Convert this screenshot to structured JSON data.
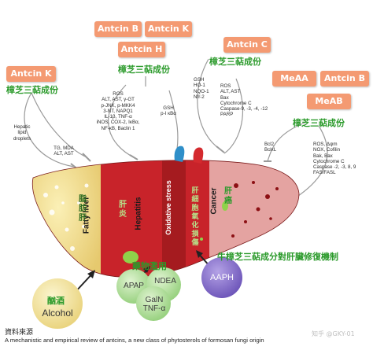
{
  "antcin_boxes": {
    "antcin_k_left": "Antcin K",
    "antcin_b_top": "Antcin B",
    "antcin_k_top": "Antcin K",
    "antcin_h": "Antcin H",
    "antcin_c": "Antcin C",
    "meaa": "MeAA",
    "antcin_b_right": "Antcin B",
    "meab": "MeAB"
  },
  "compound_labels": {
    "left": "樟芝三萜成份",
    "center": "樟芝三萜成份",
    "right_center": "樟芝三萜成份",
    "right": "樟芝三萜成份"
  },
  "gene_labels": {
    "left": [
      "Hepatic",
      "lipid",
      "droplets"
    ],
    "left_lower": [
      "TG, MDA",
      "ALT, AST"
    ],
    "center": [
      "ROS",
      "ALT, AST, γ-GT",
      "p-JNK, p-MKK4",
      "3-NT, NAPQ1",
      "IL-1β, TNF-α",
      "iNOS, COX-2, IκBα,",
      "NF-κB, Baclin 1"
    ],
    "gsh_center": [
      "GSH",
      "p-I κBα"
    ],
    "right_center_top": [
      "GSH",
      "HO-1",
      "NQO-1",
      "Nfr-2"
    ],
    "right_center": [
      "ROS",
      "ALT, AST",
      "Bax",
      "Cytochrome C",
      "Caspase-9, -3, -4, -12",
      "PARP"
    ],
    "right_bcl": [
      "Bcl2",
      "BclxL"
    ],
    "right": [
      "ROS, Δψm",
      "NOX, Cofilin",
      "Bak, Bax",
      "Cytochrome C",
      "Caspase -2, -3, 8, 9",
      "FAS/FASL"
    ]
  },
  "liver_zones": {
    "fatty_en": "Fatty liver",
    "fatty_zh": "脂肪肝",
    "hepatitis_en": "Hepatitis",
    "hepatitis_zh": "肝炎",
    "oxidative_en": "Oxidative stress",
    "cancer_en": "Cancer",
    "cancer_zh": "肝癌",
    "oxidative_zh": "肝細胞氧化損傷"
  },
  "repair_caption": "牛樟芝三萜成分對肝臟修復機制",
  "inducers": {
    "alcohol_zh": "酗酒",
    "alcohol_en": "Alcohol",
    "drug_zh": "藥物濫用",
    "apap": "APAP",
    "ndea": "NDEA",
    "galn_tnf": [
      "GalN",
      "TNF-α"
    ],
    "aaph": "AAPH"
  },
  "source": {
    "label": "資料來源",
    "citation": "A mechanistic and empirical review of antcins, a new class of phytosterols of formosan fungi origin",
    "watermark": "知乎 @GKY-01"
  },
  "colors": {
    "box_orange": "#f49a72",
    "label_green": "#2a9a2a",
    "fatty_yellow": "#f2dc8c",
    "hepatitis_red": "#c8232a",
    "oxidative_red": "#a51b1f",
    "cancer_pink": "#e4a3a1",
    "alcohol_bubble": "#f4e49a",
    "apap_bubble": "#b9e3a5",
    "aaph_bubble": "#8f78cf"
  }
}
